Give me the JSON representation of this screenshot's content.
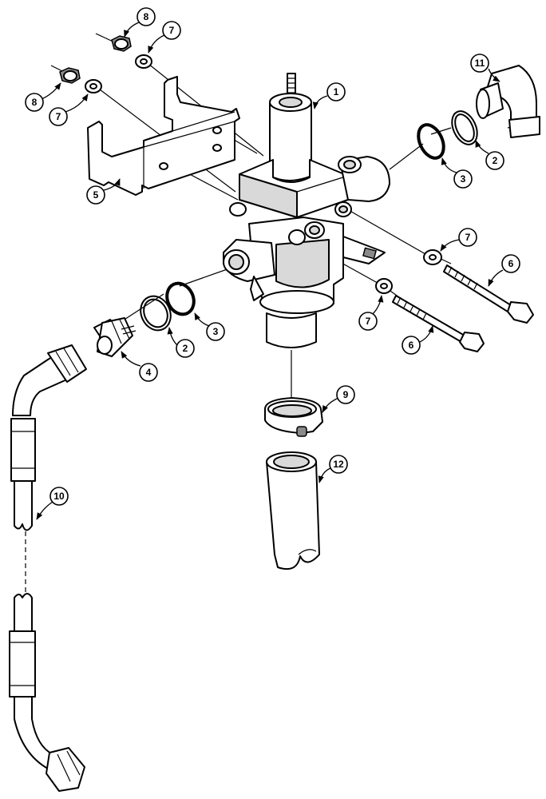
{
  "callouts": [
    {
      "id": "c1",
      "label": "1"
    },
    {
      "id": "c2a",
      "label": "2"
    },
    {
      "id": "c2b",
      "label": "2"
    },
    {
      "id": "c3a",
      "label": "3"
    },
    {
      "id": "c3b",
      "label": "3"
    },
    {
      "id": "c4",
      "label": "4"
    },
    {
      "id": "c5",
      "label": "5"
    },
    {
      "id": "c6a",
      "label": "6"
    },
    {
      "id": "c6b",
      "label": "6"
    },
    {
      "id": "c7a",
      "label": "7"
    },
    {
      "id": "c7b",
      "label": "7"
    },
    {
      "id": "c7c",
      "label": "7"
    },
    {
      "id": "c7d",
      "label": "7"
    },
    {
      "id": "c8a",
      "label": "8"
    },
    {
      "id": "c8b",
      "label": "8"
    },
    {
      "id": "c9",
      "label": "9"
    },
    {
      "id": "c10",
      "label": "10"
    },
    {
      "id": "c11",
      "label": "11"
    },
    {
      "id": "c12",
      "label": "12"
    }
  ]
}
